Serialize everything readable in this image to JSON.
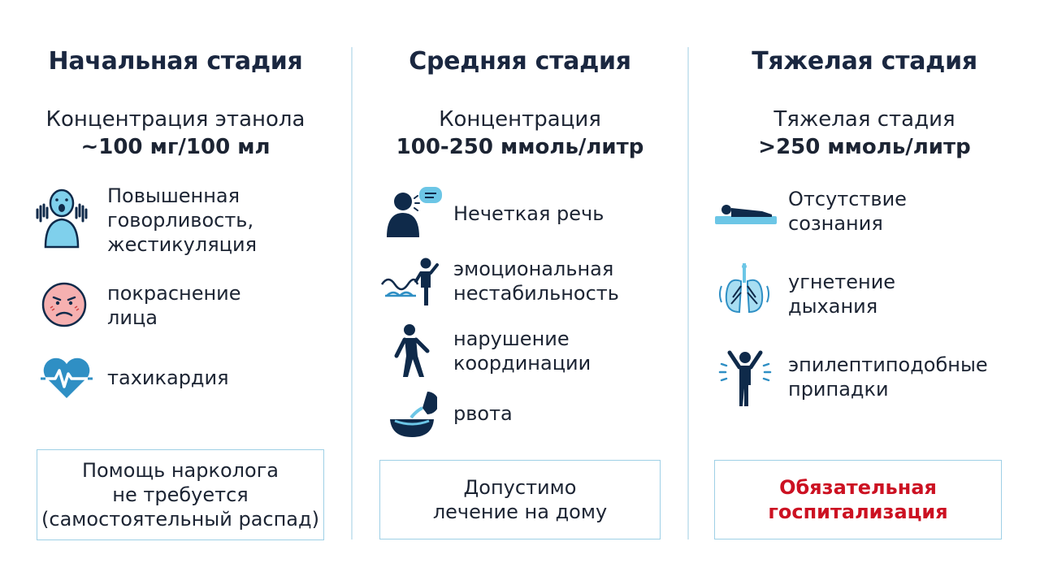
{
  "columns": [
    {
      "title": "Начальная стадия",
      "subtitle_line1": "Концентрация этанола",
      "subtitle_line2": "~100 мг/100 мл",
      "symptoms": [
        {
          "icon": "shouting-person-icon",
          "label": "Повышенная\nговорливость,\nжестикуляция"
        },
        {
          "icon": "red-face-icon",
          "label": "покраснение\nлица"
        },
        {
          "icon": "heart-pulse-icon",
          "label": "тахикардия"
        }
      ],
      "note": "Помощь нарколога\nне требуется\n(самостоятельный распад)"
    },
    {
      "title": "Средняя стадия",
      "subtitle_line1": "Концентрация",
      "subtitle_line2": "100-250 ммоль/литр",
      "symptoms": [
        {
          "icon": "speaking-person-icon",
          "label": "Нечеткая речь"
        },
        {
          "icon": "mood-swing-icon",
          "label": "эмоциональная\nнестабильность"
        },
        {
          "icon": "staggering-person-icon",
          "label": "нарушение\nкоординации"
        },
        {
          "icon": "vomit-bowl-icon",
          "label": "рвота"
        }
      ],
      "note": "Допустимо\nлечение на дому"
    },
    {
      "title": "Тяжелая стадия",
      "subtitle_line1": "Тяжелая стадия",
      "subtitle_line2": ">250 ммоль/литр",
      "symptoms": [
        {
          "icon": "lying-person-icon",
          "label": "Отсутствие\nсознания"
        },
        {
          "icon": "lungs-icon",
          "label": "угнетение\nдыхания"
        },
        {
          "icon": "seizure-person-icon",
          "label": "эпилептиподобные\nприпадки"
        }
      ],
      "note": "Обязательная\nгоспитализация"
    }
  ],
  "colors": {
    "title": "#1a2740",
    "icon_dark": "#0f2a4a",
    "icon_light": "#6cc6e6",
    "box_border": "#9fd0e6",
    "danger": "#cc1122"
  }
}
